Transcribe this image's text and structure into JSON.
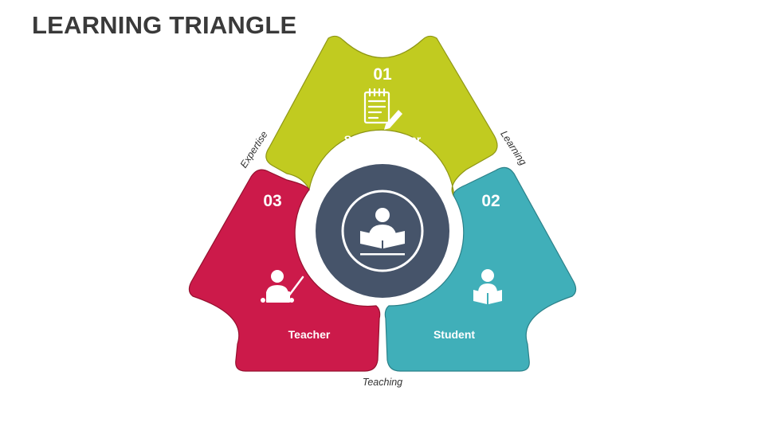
{
  "title": "LEARNING TRIANGLE",
  "center": {
    "icon": "reading-person-icon"
  },
  "segments": [
    {
      "id": "subject-matter",
      "number": "01",
      "label": "Subject Matter",
      "color": "#c1cb20",
      "icon": "notepad-pencil-icon"
    },
    {
      "id": "student",
      "number": "02",
      "label": "Student",
      "color": "#40afb9",
      "icon": "student-reading-icon"
    },
    {
      "id": "teacher",
      "number": "03",
      "label": "Teacher",
      "color": "#cc1a4a",
      "icon": "teacher-pointer-icon"
    }
  ],
  "edges": {
    "expertise": "Expertise",
    "learning": "Learning",
    "teaching": "Teaching"
  },
  "colors": {
    "center_fill": "#46546a",
    "center_ring": "#d4dae2",
    "title": "#3a3a3a"
  }
}
